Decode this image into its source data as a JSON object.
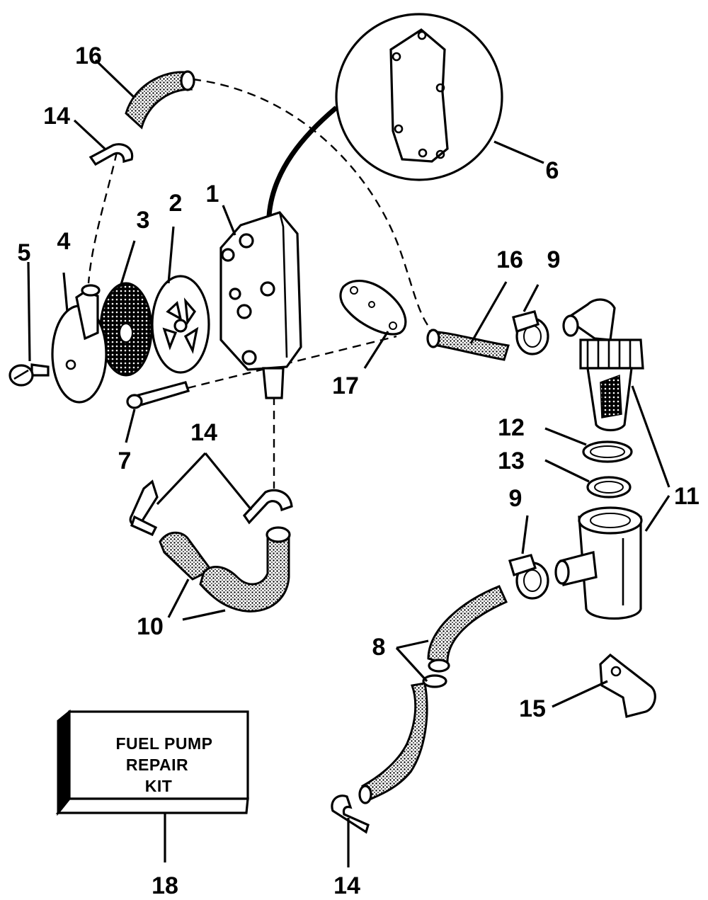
{
  "callouts": [
    {
      "id": "1",
      "label": "1"
    },
    {
      "id": "2",
      "label": "2"
    },
    {
      "id": "3",
      "label": "3"
    },
    {
      "id": "4",
      "label": "4"
    },
    {
      "id": "5",
      "label": "5"
    },
    {
      "id": "6",
      "label": "6"
    },
    {
      "id": "7",
      "label": "7"
    },
    {
      "id": "8",
      "label": "8"
    },
    {
      "id": "9a",
      "label": "9"
    },
    {
      "id": "9b",
      "label": "9"
    },
    {
      "id": "10",
      "label": "10"
    },
    {
      "id": "11",
      "label": "11"
    },
    {
      "id": "12",
      "label": "12"
    },
    {
      "id": "13",
      "label": "13"
    },
    {
      "id": "14a",
      "label": "14"
    },
    {
      "id": "14b",
      "label": "14"
    },
    {
      "id": "14c",
      "label": "14"
    },
    {
      "id": "15",
      "label": "15"
    },
    {
      "id": "16a",
      "label": "16"
    },
    {
      "id": "16b",
      "label": "16"
    },
    {
      "id": "17",
      "label": "17"
    },
    {
      "id": "18",
      "label": "18"
    }
  ],
  "kit_box": {
    "line1": "FUEL PUMP",
    "line2": "REPAIR",
    "line3": "KIT"
  }
}
